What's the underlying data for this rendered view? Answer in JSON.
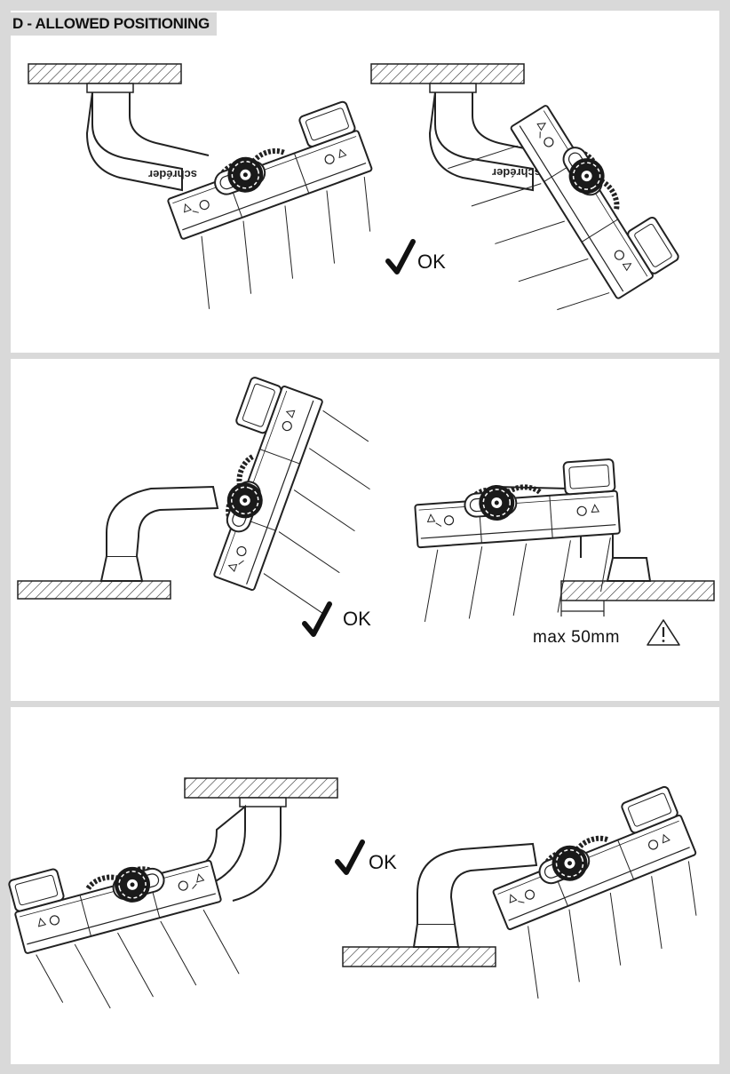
{
  "title": "D - ALLOWED POSITIONING",
  "brand": "schréder",
  "ok_label": "OK",
  "max_gap_note": "max 50mm",
  "icons": [
    "checkmark-icon",
    "warning-triangle-icon"
  ]
}
